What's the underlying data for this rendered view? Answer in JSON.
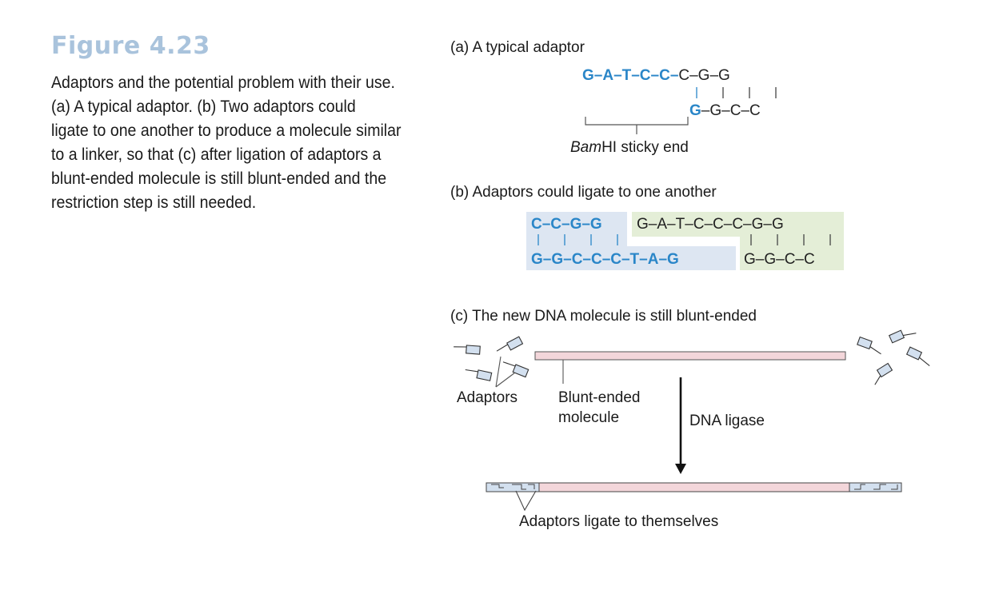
{
  "figure": {
    "title": "Figure 4.23",
    "caption_lines": [
      "Adaptors and the potential problem with their use.",
      "(a) A typical adaptor. (b) Two adaptors could",
      "ligate to one another to produce a molecule similar",
      "to a linker, so that (c) after ligation of adaptors a",
      "blunt-ended molecule is still blunt-ended and the",
      "restriction step is still needed."
    ]
  },
  "panel_a": {
    "label": "(a) A typical adaptor",
    "top_blue": "G–A–T–C–C–",
    "top_black": "C–G–G",
    "bottom_blue": "G",
    "bottom_black": "–G–C–C",
    "bracket_italic": "Bam",
    "bracket_label": "HI sticky end"
  },
  "panel_b": {
    "label": "(b) Adaptors could ligate to one another",
    "left_top": "C–C–G–G",
    "left_bottom": "G–G–C–C–C–T–A–G",
    "right_top": "G–A–T–C–C–C–G–G",
    "right_bottom": "G–G–C–C"
  },
  "panel_c": {
    "label": "(c) The new DNA molecule is still blunt-ended",
    "adaptors_label": "Adaptors",
    "molecule_label_1": "Blunt-ended",
    "molecule_label_2": "molecule",
    "arrow_label": "DNA ligase",
    "result_label": "Adaptors ligate to themselves"
  },
  "colors": {
    "blue_text": "#2a86c8",
    "blue_box": "#dde6f2",
    "green_box": "#e4eed7",
    "molecule_fill": "#f3d6da",
    "adaptor_fill": "#d3e0ef",
    "title": "#a9c3dc"
  }
}
